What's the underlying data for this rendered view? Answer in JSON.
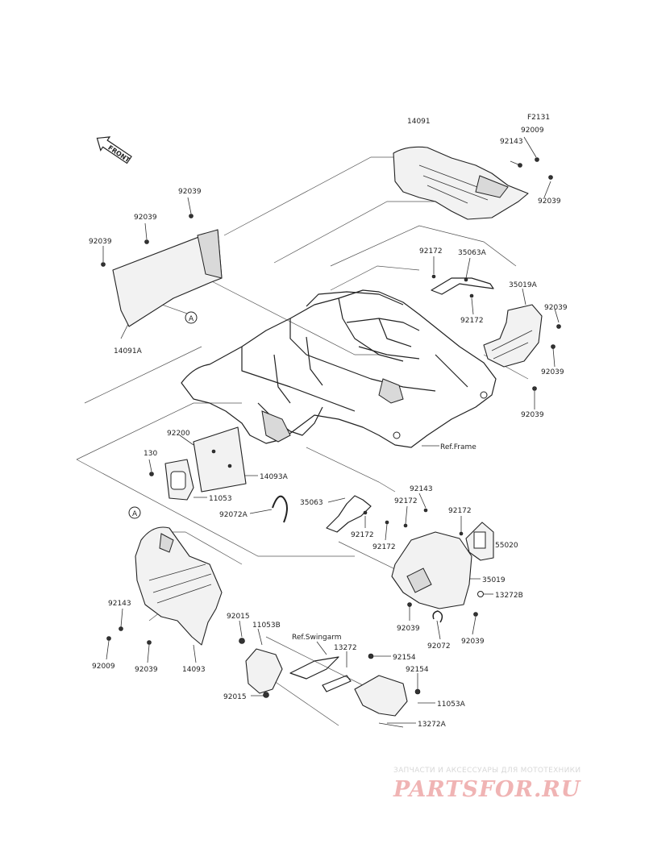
{
  "diagram": {
    "front_marker": "FRONT",
    "callouts": {
      "a_upper": "A",
      "a_lower": "A"
    },
    "labels": {
      "p14091": "14091",
      "pF2131": "F2131",
      "p92009_top": "92009",
      "p92143_top": "92143",
      "p92039_top_right": "92039",
      "p92039_left_1": "92039",
      "p92039_left_2": "92039",
      "p92039_left_3": "92039",
      "p14091A": "14091A",
      "p92172_top_1": "92172",
      "p35063A": "35063A",
      "p35019A": "35019A",
      "p92039_right_1": "92039",
      "p92172_top_2": "92172",
      "p92039_right_2": "92039",
      "p92039_right_3": "92039",
      "p92200": "92200",
      "p130": "130",
      "p14093A": "14093A",
      "p11053": "11053",
      "p92072A": "92072A",
      "ref_frame": "Ref.Frame",
      "p35063": "35063",
      "p92143_mid": "92143",
      "p92172_mid_1": "92172",
      "p92172_mid_2": "92172",
      "p92172_mid_3": "92172",
      "p92172_mid_4": "92172",
      "p55020": "55020",
      "p35019": "35019",
      "p13272B": "13272B",
      "p92039_mid_1": "92039",
      "p92072": "92072",
      "p92039_mid_2": "92039",
      "p92143_bottom": "92143",
      "p92009_bottom": "92009",
      "p92039_bottom": "92039",
      "p14093": "14093",
      "p92015_1": "92015",
      "p11053B": "11053B",
      "ref_swingarm": "Ref.Swingarm",
      "p13272": "13272",
      "p92154_1": "92154",
      "p92154_2": "92154",
      "p92015_2": "92015",
      "p11053A": "11053A",
      "p13272A": "13272A"
    }
  },
  "watermark": {
    "tagline": "ЗАПЧАСТИ И АКСЕССУАРЫ ДЛЯ МОТОТЕХНИКИ",
    "logo": "PARTSFOR.RU"
  },
  "colors": {
    "line": "#222222",
    "watermark_logo": "#f0b4b4",
    "watermark_text": "#d8d8d8"
  }
}
